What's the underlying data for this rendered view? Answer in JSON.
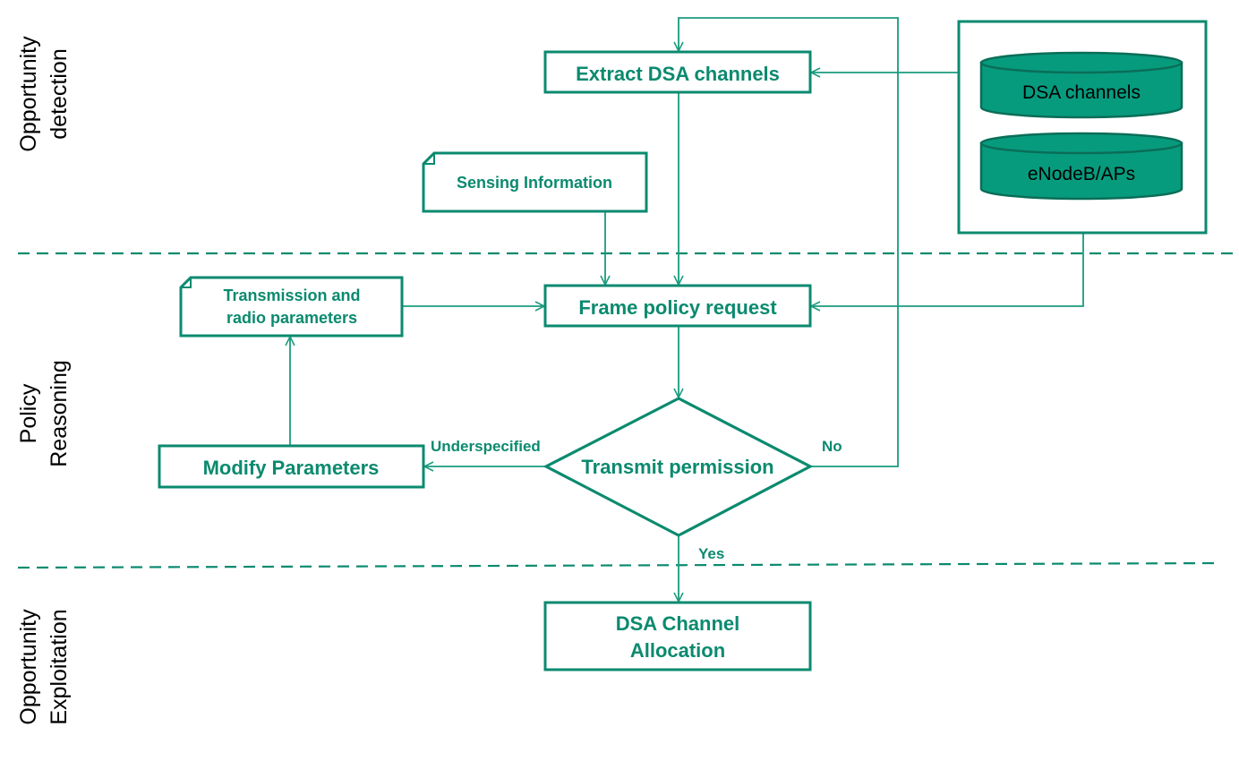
{
  "colors": {
    "primary": "#0b8a6f",
    "line": "#1a9b7e",
    "db_fill": "#079b7e",
    "db_stroke": "#0a6e58",
    "text_dark": "#000000",
    "background": "#ffffff"
  },
  "lanes": {
    "detection": {
      "line1": "Opportunity",
      "line2": "detection"
    },
    "reasoning": {
      "line1": "Policy",
      "line2": "Reasoning"
    },
    "exploitation": {
      "line1": "Opportunity",
      "line2": "Exploitation"
    }
  },
  "nodes": {
    "extract": "Extract DSA channels",
    "sensing": "Sensing Information",
    "frame": "Frame policy request",
    "transmission": {
      "line1": "Transmission and",
      "line2": "radio parameters"
    },
    "modify": "Modify Parameters",
    "decision": "Transmit permission",
    "allocation": {
      "line1": "DSA Channel",
      "line2": "Allocation"
    }
  },
  "databases": {
    "channels": "DSA channels",
    "enodeb": "eNodeB/APs"
  },
  "edge_labels": {
    "underspecified": "Underspecified",
    "no": "No",
    "yes": "Yes"
  }
}
